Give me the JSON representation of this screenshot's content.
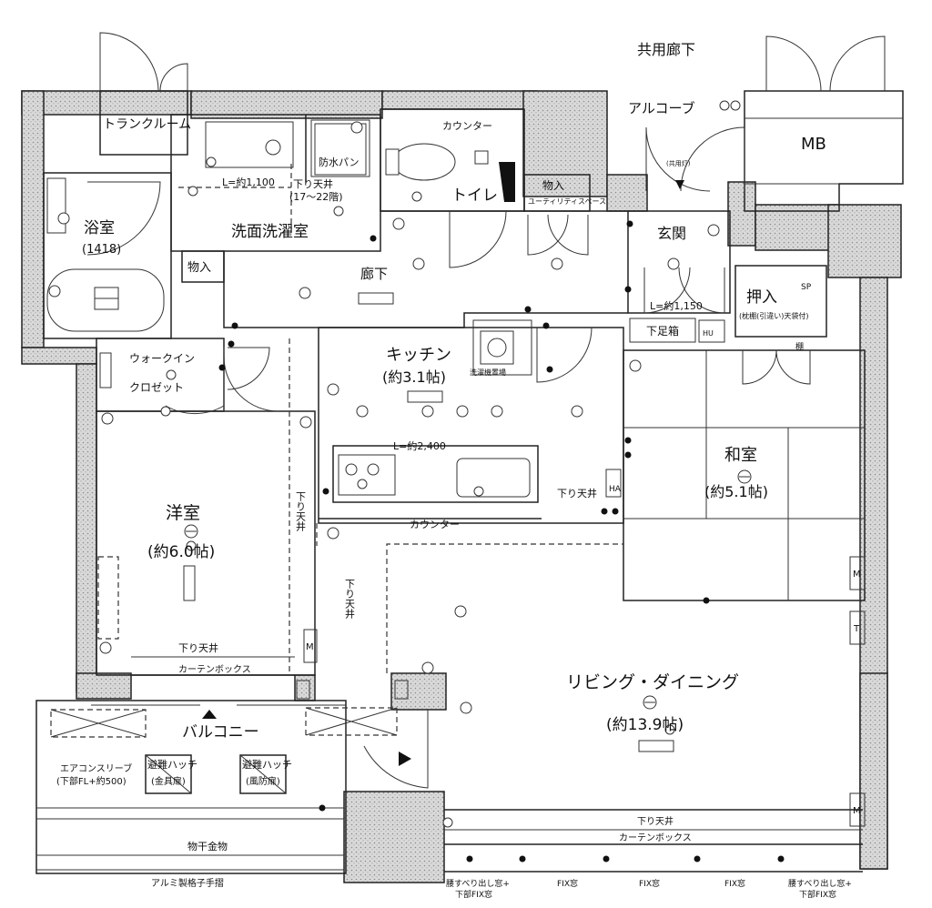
{
  "rooms": {
    "common_corridor": "共用廊下",
    "trunk_room": "トランクルーム",
    "alcove": "アルコーブ",
    "mb": "MB",
    "bath": "浴室",
    "bath_size": "(1418)",
    "washroom": "洗面洗濯室",
    "waterproof_pan": "防水パン",
    "storage_small": "物入",
    "toilet": "トイレ",
    "counter_top": "カウンター",
    "utility_storage": "物入",
    "utility_space": "ユーティリティスペース",
    "entrance": "玄関",
    "corridor": "廊下",
    "closet": "押入",
    "closet_note": "(枕棚(引違い)天袋付)",
    "shoe_box": "下足箱",
    "kitchen": "キッチン",
    "kitchen_size": "(約3.1帖)",
    "dishwasher": "洗濯機置場",
    "walkin": "ウォークイン",
    "walkin2": "クロゼット",
    "western_room": "洋室",
    "western_size": "(約6.0帖)",
    "japanese_room": "和室",
    "japanese_size": "(約5.1帖)",
    "living": "リビング・ダイニング",
    "living_size": "(約13.9帖)",
    "balcony": "バルコニー",
    "counter": "カウンター"
  },
  "notes": {
    "l_1100": "L=約1,100",
    "drop_ceiling_1": "下り天井",
    "drop_ceiling_1b": "(17～22階)",
    "l_1150": "L=約1,150",
    "l_2400": "L=約2,400",
    "drop_ceiling_k": "下り天井",
    "drop_ceiling_v": "下り天井",
    "drop_ceiling_v2": "下り天井",
    "drop_ceiling_w": "下り天井",
    "curtain_box_w": "カーテンボックス",
    "drop_ceiling_l": "下り天井",
    "curtain_box_l": "カーテンボックス",
    "aircon_sleeve": "エアコンスリーブ",
    "aircon_sleeve_b": "(下部FL+約500)",
    "hatch1": "避難ハッチ",
    "hatch1b": "(金具扉)",
    "hatch2": "避難ハッチ",
    "hatch2b": "(風防扉)",
    "clothes_rack": "物干金物",
    "railing": "アルミ製格子手摺",
    "win1": "腰すべり出し窓+",
    "win1b": "下部FIX窓",
    "fix1": "FIX窓",
    "fix2": "FIX窓",
    "fix3": "FIX窓",
    "win2": "腰すべり出し窓+",
    "win2b": "下部FIX窓",
    "sp": "SP",
    "hu": "HU",
    "ha": "HA",
    "m1": "M",
    "m2": "M",
    "m3": "M",
    "t1": "T",
    "gas": "(共用灯)",
    "hook": "棚"
  },
  "colors": {
    "wall_fill": "#cfcfcf",
    "line": "#222222",
    "bg": "#ffffff"
  }
}
